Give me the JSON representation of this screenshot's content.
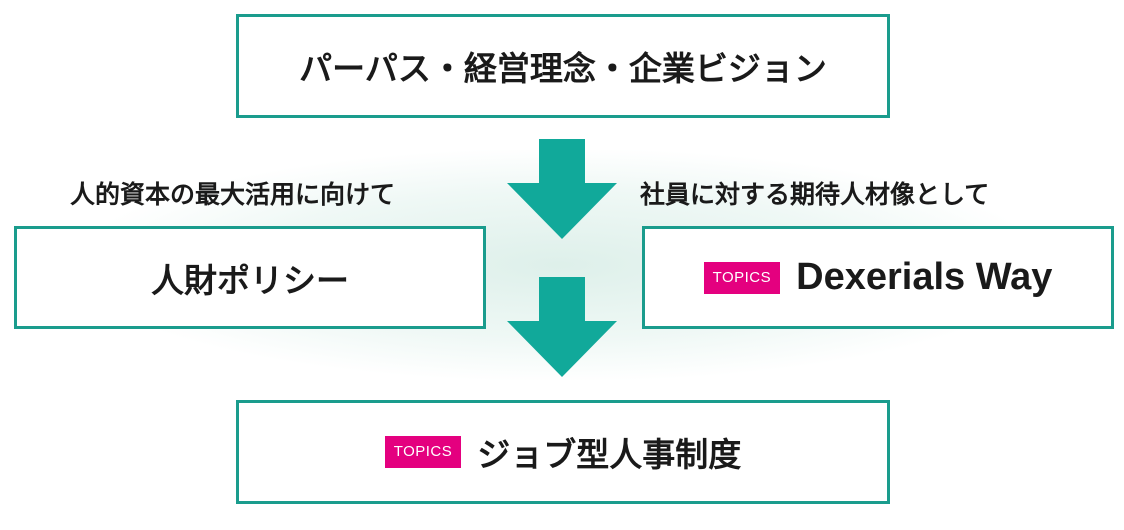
{
  "diagram": {
    "top_box": {
      "label": "パーパス・経営理念・企業ビジョン"
    },
    "left_caption": "人的資本の最大活用に向けて",
    "right_caption": "社員に対する期待人材像として",
    "left_box": {
      "label": "人財ポリシー"
    },
    "right_box": {
      "badge": "TOPICS",
      "label": "Dexerials Way"
    },
    "bottom_box": {
      "badge": "TOPICS",
      "label": "ジョブ型人事制度"
    },
    "colors": {
      "box_border": "#1a9c8d",
      "arrow": "#11a99a",
      "badge_bg": "#e4007f",
      "glow": "#dcefe9"
    }
  }
}
